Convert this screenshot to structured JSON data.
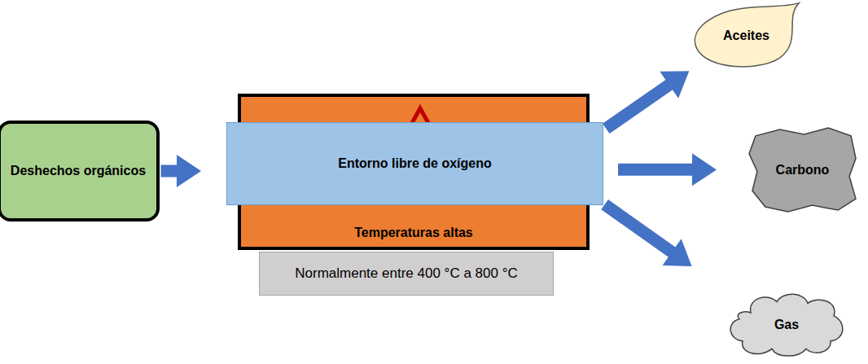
{
  "diagram": {
    "nodes": [
      {
        "text": [
          "Deshechos orgánicos"
        ]
      },
      {
        "text": [
          "Temperaturas altas"
        ]
      },
      {
        "text": [
          "Entorno libre de oxígeno"
        ]
      },
      {
        "text": [
          "Normalmente entre 400 °C a 800 °C"
        ]
      },
      {
        "text": [
          "Aceites"
        ]
      },
      {
        "text": [
          "Carbono"
        ]
      },
      {
        "text": [
          "Gas"
        ]
      }
    ],
    "edges": [
      {
        "from": 0,
        "to": 2,
        "arrow": "to"
      },
      {
        "from": 2,
        "to": 4,
        "arrow": "to"
      },
      {
        "from": 2,
        "to": 5,
        "arrow": "to"
      },
      {
        "from": 2,
        "to": 6,
        "arrow": "to"
      }
    ]
  }
}
